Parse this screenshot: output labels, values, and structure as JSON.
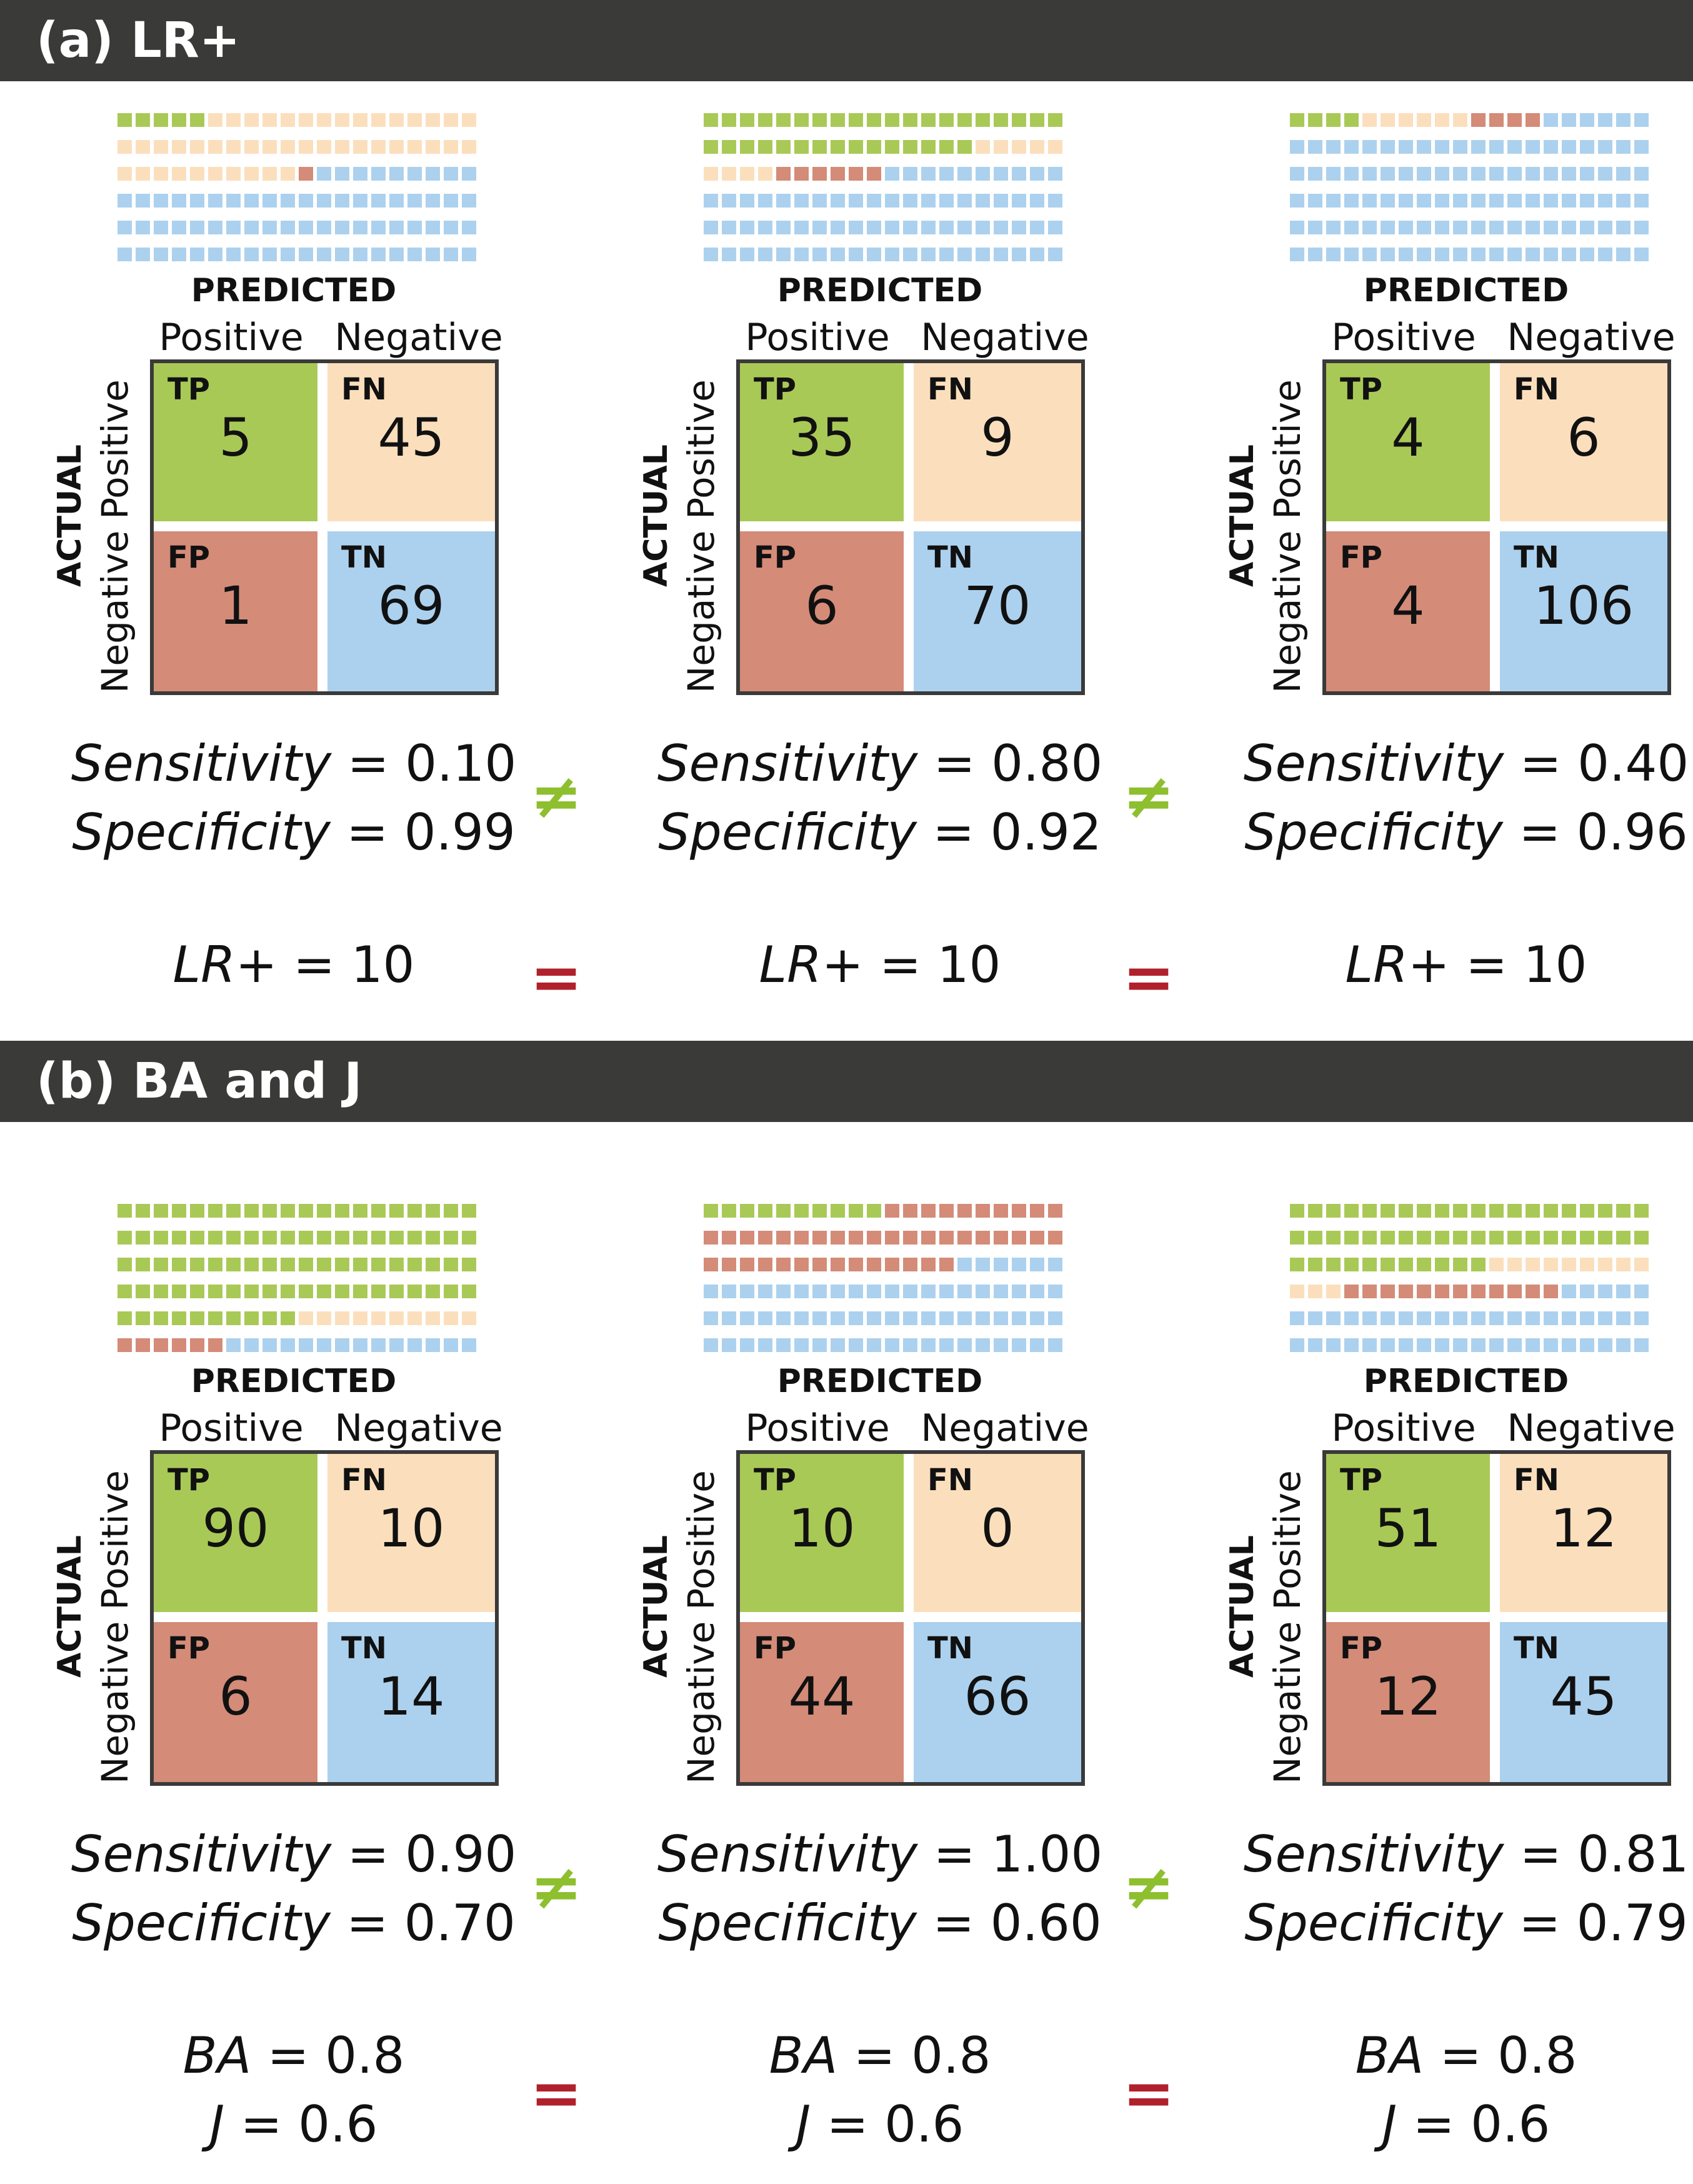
{
  "colors": {
    "tp": "#a9c957",
    "fn": "#fbdfbd",
    "fp": "#d48b78",
    "tn": "#acd1ee",
    "header_bg": "#3a3a39",
    "neq": "#8dbf2e",
    "eq": "#b0212c"
  },
  "sections": [
    {
      "title": "(a) LR+",
      "panels": [
        {
          "predicted": "PREDICTED",
          "positive": "Positive",
          "negative": "Negative",
          "actual": "ACTUAL",
          "tp_label": "TP",
          "fn_label": "FN",
          "fp_label": "FP",
          "tn_label": "TN",
          "tp": 5,
          "fn": 45,
          "fp": 1,
          "tn": 69,
          "line1_name": "Sensitivity",
          "line1_value": "= 0.10",
          "line2_name": "Specificity",
          "line2_value": "= 0.99",
          "metric1_name": "LR+",
          "metric1_value": "= 10",
          "metric2_name": "",
          "metric2_value": ""
        },
        {
          "predicted": "PREDICTED",
          "positive": "Positive",
          "negative": "Negative",
          "actual": "ACTUAL",
          "tp_label": "TP",
          "fn_label": "FN",
          "fp_label": "FP",
          "tn_label": "TN",
          "tp": 35,
          "fn": 9,
          "fp": 6,
          "tn": 70,
          "line1_name": "Sensitivity",
          "line1_value": "= 0.80",
          "line2_name": "Specificity",
          "line2_value": "= 0.92",
          "metric1_name": "LR+",
          "metric1_value": "= 10",
          "metric2_name": "",
          "metric2_value": ""
        },
        {
          "predicted": "PREDICTED",
          "positive": "Positive",
          "negative": "Negative",
          "actual": "ACTUAL",
          "tp_label": "TP",
          "fn_label": "FN",
          "fp_label": "FP",
          "tn_label": "TN",
          "tp": 4,
          "fn": 6,
          "fp": 4,
          "tn": 106,
          "line1_name": "Sensitivity",
          "line1_value": "= 0.40",
          "line2_name": "Specificity",
          "line2_value": "= 0.96",
          "metric1_name": "LR+",
          "metric1_value": "= 10",
          "metric2_name": "",
          "metric2_value": ""
        }
      ],
      "neq_symbol": "≠",
      "eq_symbol": "="
    },
    {
      "title": "(b) BA and J",
      "panels": [
        {
          "predicted": "PREDICTED",
          "positive": "Positive",
          "negative": "Negative",
          "actual": "ACTUAL",
          "tp_label": "TP",
          "fn_label": "FN",
          "fp_label": "FP",
          "tn_label": "TN",
          "tp": 90,
          "fn": 10,
          "fp": 6,
          "tn": 14,
          "line1_name": "Sensitivity",
          "line1_value": "= 0.90",
          "line2_name": "Specificity",
          "line2_value": "= 0.70",
          "metric1_name": "BA",
          "metric1_value": "= 0.8",
          "metric2_name": "J",
          "metric2_value": "= 0.6"
        },
        {
          "predicted": "PREDICTED",
          "positive": "Positive",
          "negative": "Negative",
          "actual": "ACTUAL",
          "tp_label": "TP",
          "fn_label": "FN",
          "fp_label": "FP",
          "tn_label": "TN",
          "tp": 10,
          "fn": 0,
          "fp": 44,
          "tn": 66,
          "line1_name": "Sensitivity",
          "line1_value": "= 1.00",
          "line2_name": "Specificity",
          "line2_value": "= 0.60",
          "metric1_name": "BA",
          "metric1_value": "= 0.8",
          "metric2_name": "J",
          "metric2_value": "= 0.6"
        },
        {
          "predicted": "PREDICTED",
          "positive": "Positive",
          "negative": "Negative",
          "actual": "ACTUAL",
          "tp_label": "TP",
          "fn_label": "FN",
          "fp_label": "FP",
          "tn_label": "TN",
          "tp": 51,
          "fn": 12,
          "fp": 12,
          "tn": 45,
          "line1_name": "Sensitivity",
          "line1_value": "= 0.81",
          "line2_name": "Specificity",
          "line2_value": "= 0.79",
          "metric1_name": "BA",
          "metric1_value": "= 0.8",
          "metric2_name": "J",
          "metric2_value": "= 0.6"
        }
      ],
      "neq_symbol": "≠",
      "eq_symbol": "="
    }
  ]
}
